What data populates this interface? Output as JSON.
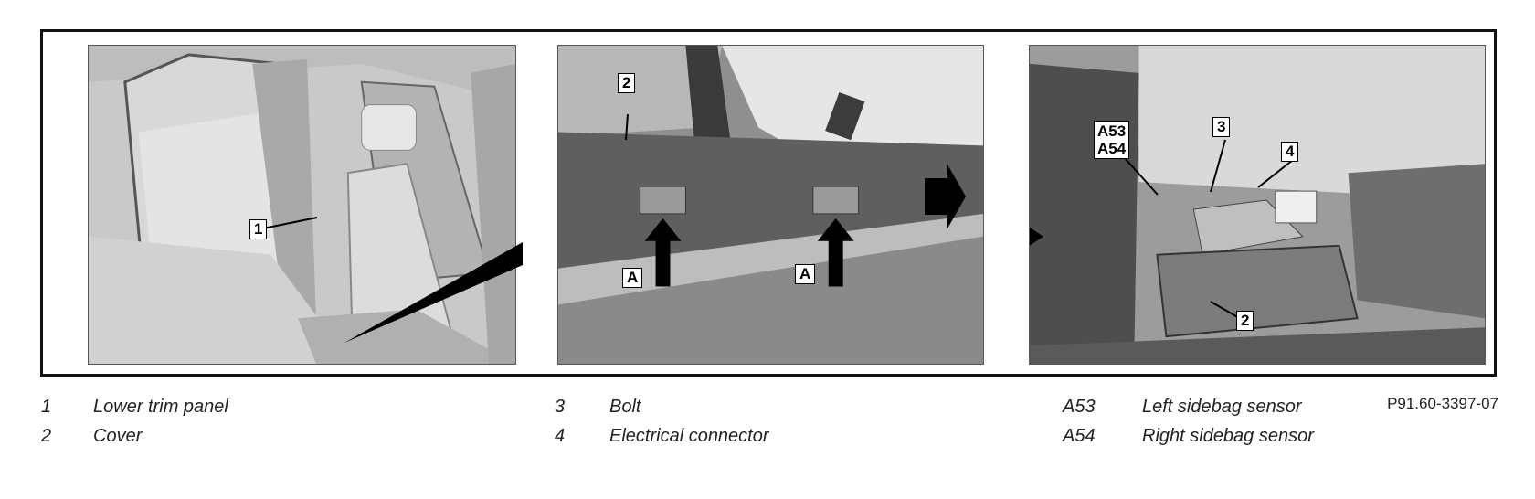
{
  "figure": {
    "reference_code": "P91.60-3397-07",
    "panel1": {
      "callouts": [
        "1"
      ]
    },
    "panel2": {
      "callouts": [
        "2",
        "A",
        "A"
      ]
    },
    "panel3": {
      "callouts": [
        "A53",
        "A54",
        "3",
        "4",
        "2"
      ]
    }
  },
  "legend": [
    {
      "num": "1",
      "desc": "Lower trim panel"
    },
    {
      "num": "2",
      "desc": "Cover"
    },
    {
      "num": "3",
      "desc": "Bolt"
    },
    {
      "num": "4",
      "desc": "Electrical connector"
    },
    {
      "num": "A53",
      "desc": "Left sidebag sensor"
    },
    {
      "num": "A54",
      "desc": "Right sidebag sensor"
    }
  ]
}
